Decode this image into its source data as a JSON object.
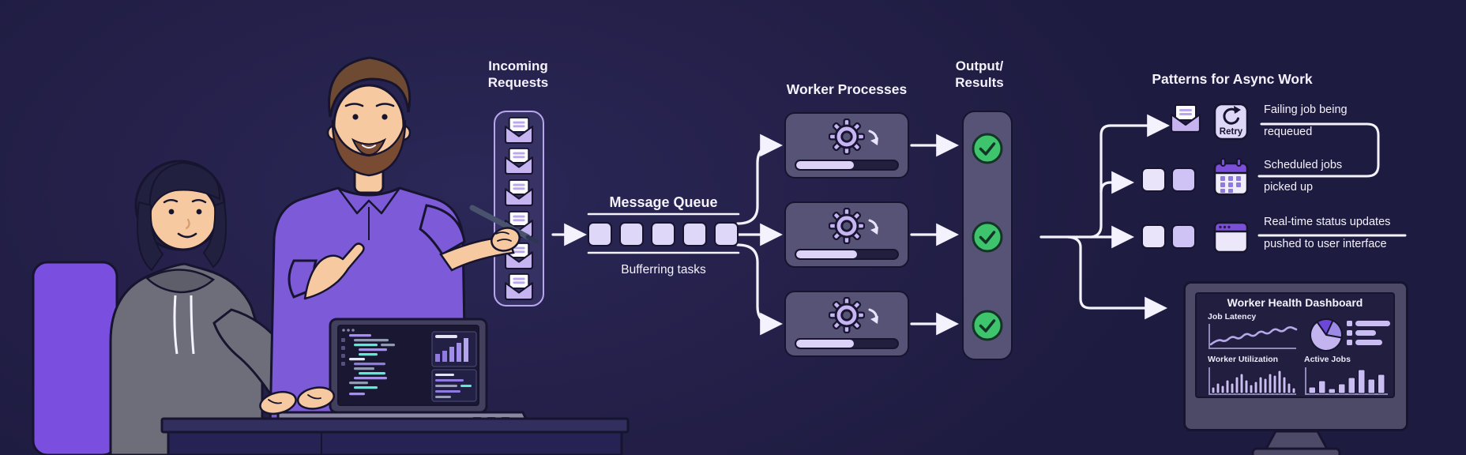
{
  "colors": {
    "background": "#242049",
    "line_white": "#f4f2fd",
    "panel_fill": "#565377",
    "panel_border": "#16142e",
    "purple_light": "#ded7f8",
    "purple_icon": "#c7b4f2",
    "purple_accent": "#7c4fd8",
    "column_border": "#b7a6ee",
    "green_check": "#3ec46d",
    "shirt_purple": "#7c5ad8",
    "chair_purple": "#7a4fe0"
  },
  "incoming": {
    "label_line1": "Incoming",
    "label_line2": "Requests",
    "envelope_count": 6
  },
  "queue": {
    "title": "Message Queue",
    "caption": "Bufferring tasks",
    "slot_count": 5
  },
  "workers": {
    "title": "Worker Processes",
    "progress": [
      57,
      60,
      57
    ]
  },
  "output": {
    "label_line1": "Output/",
    "label_line2": "Results",
    "check_count": 3
  },
  "patterns": {
    "title": "Patterns for Async Work",
    "rows": [
      {
        "icon": "retry-icon",
        "badge_label": "Retry",
        "label_line1": "Failing job being",
        "label_line2": "requeued"
      },
      {
        "icon": "calendar-icon",
        "label_line1": "Scheduled jobs",
        "label_line2": "picked up"
      },
      {
        "icon": "browser-icon",
        "label_line1": "Real-time status updates",
        "label_line2": "pushed to user interface"
      }
    ]
  },
  "dashboard": {
    "title": "Worker Health Dashboard",
    "job_latency_label": "Job Latency",
    "worker_utilization_label": "Worker Utilization",
    "active_jobs_label": "Active Jobs",
    "latency_points": [
      27,
      20,
      24,
      16,
      21,
      12,
      18,
      9,
      15,
      6,
      12,
      4,
      8
    ],
    "utilization_bars": [
      8,
      13,
      10,
      17,
      13,
      21,
      25,
      17,
      11,
      15,
      21,
      19,
      25,
      23,
      29,
      21,
      13,
      7
    ],
    "active_jobs_bars": [
      8,
      16,
      6,
      12,
      20,
      30,
      18,
      24
    ],
    "pie_slices": [
      {
        "value": 60,
        "color": "#6d48d8"
      },
      {
        "value": 75,
        "color": "#9d8ae6"
      },
      {
        "value": 225,
        "color": "#c3b4f0"
      }
    ],
    "legend_bar_widths": [
      44,
      26,
      34
    ]
  },
  "icons": {
    "envelope": "open envelope with letter",
    "gear": "rotating gear with spin arrow",
    "check": "green circle with checkmark",
    "retry": "circular arrow retry badge",
    "calendar": "calendar with grid",
    "browser": "browser window with dots",
    "pen": "pen held by presenter"
  }
}
